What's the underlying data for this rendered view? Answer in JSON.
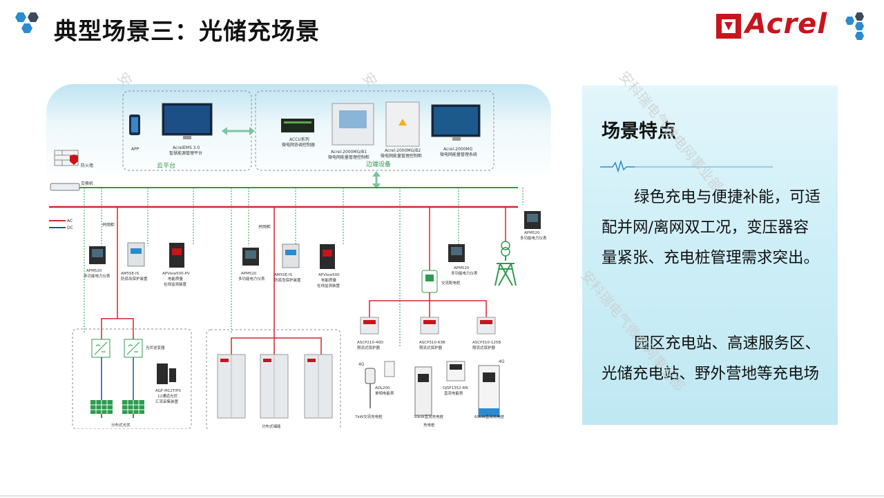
{
  "header": {
    "title": "典型场景三：光储充场景",
    "brand": "Acrel"
  },
  "colors": {
    "brand_red": "#c8141c",
    "accent_blue": "#2a8bd0",
    "ac_line": "#d9222a",
    "dc_line": "#1f4e9c",
    "network_line": "#2e9b4e"
  },
  "card": {
    "title": "场景特点",
    "paragraph1": "绿色充电与便捷补能，可适配并网/离网双工况，变压器容量紧张、充电桩管理需求突出。",
    "paragraph2": "园区充电站、高速服务区、光储充电站、野外营地等充电场"
  },
  "watermarks": [
    "安",
    "安",
    "安科瑞电气微电网事业部",
    "安科瑞电气微电网事业部"
  ],
  "diagram": {
    "cloud": {
      "label": "云平台",
      "app": "APP",
      "ems": "AcrelEMS 3.0",
      "ems_sub": "智慧能源管理平台"
    },
    "edge": {
      "label": "边端设备",
      "accu": "ACCU系列",
      "accu_sub": "微电网协调控制器",
      "acrel_b1": "Acrel-2000MG/B1",
      "acrel_b1_sub": "微电网能量管理控制柜",
      "acrel_b2": "Acrel-2000MG/B2",
      "acrel_b2_sub": "微电网能量管理控制柜",
      "acrel_mg": "Acrel-2000MG",
      "acrel_mg_sub": "微电网能量管理系统"
    },
    "network": {
      "firewall": "防火墙",
      "switch": "交换机"
    },
    "legend": {
      "ac": "AC",
      "dc": "DC"
    },
    "pv_branch": {
      "cabinet": "并网柜",
      "meter": "APM520",
      "meter_sub": "多功能电力仪表",
      "protect": "AM5SE-IS",
      "protect_sub": "防孤岛保护装置",
      "quality": "APView500-PV",
      "quality_sub1": "电能质量",
      "quality_sub2": "在线监测装置",
      "inverter": "光伏逆变器",
      "combiner": "AGF-M12T/PS",
      "combiner_sub1": "12通道光伏",
      "combiner_sub2": "汇流采集装置",
      "group": "分布式光伏"
    },
    "storage_branch": {
      "cabinet": "并网柜",
      "meter": "APM520",
      "meter_sub": "多功能电力仪表",
      "protect": "AM5SE-IS",
      "protect_sub": "防孤岛保护装置",
      "quality": "APView500",
      "quality_sub1": "电能质量",
      "quality_sub2": "在线监测装置",
      "group": "分布式储能"
    },
    "charge_branch": {
      "meter": "APM520",
      "meter_sub": "多功能电力仪表",
      "cabinet": "交流配电柜",
      "p1": "ASCP210-40D",
      "p1_sub": "限流式保护器",
      "p2": "ASCP310-63B",
      "p2_sub": "限流式保护器",
      "p3": "ASCP310-125B",
      "p3_sub": "限流式保护器",
      "adl": "ADL200",
      "adl_sub": "单相电能表",
      "djsf": "DJSF1352-RN",
      "djsf_sub": "直流电能表",
      "pile7": "7kW交流充电桩",
      "pile30": "30kW直流充电桩",
      "pile60": "60kW直流充电桩",
      "group": "充电桩",
      "g4": "4G"
    },
    "transformer": {
      "meter": "APM520",
      "meter_sub": "多功能电力仪表"
    }
  }
}
